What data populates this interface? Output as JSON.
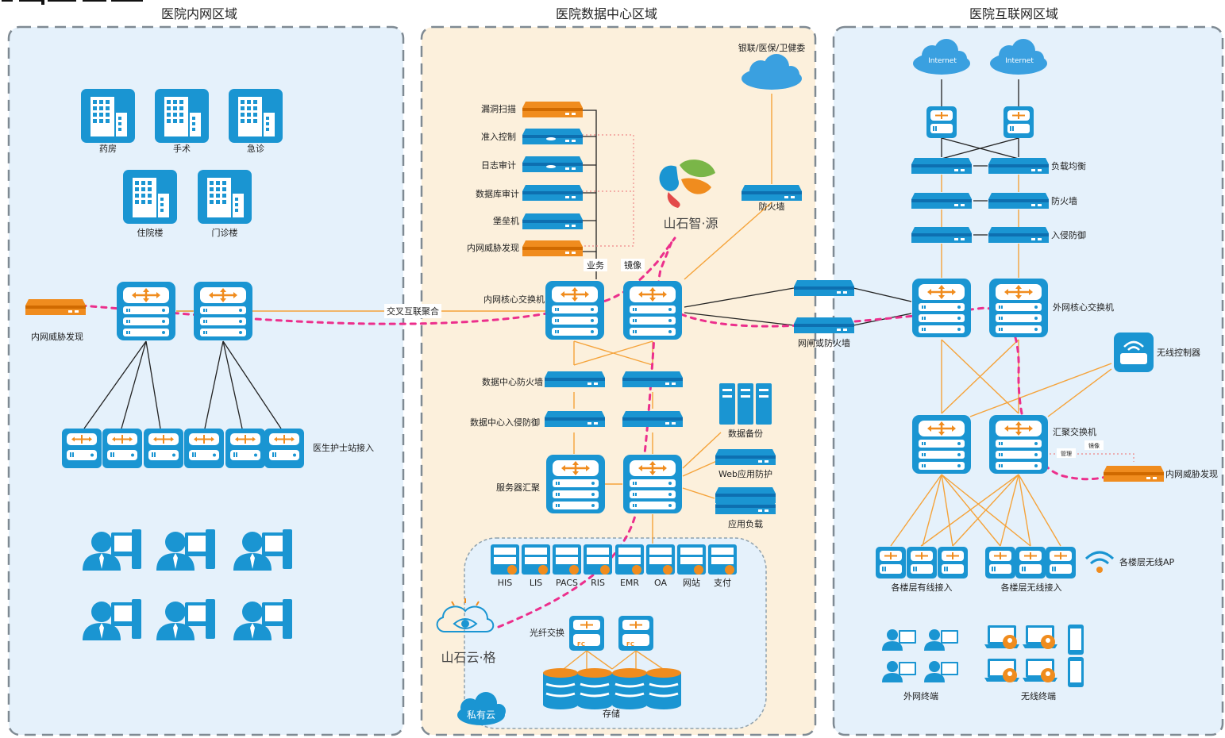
{
  "colors": {
    "blue": "#1a95d2",
    "blue_dark": "#0d6fb0",
    "orange": "#f08c1e",
    "orange_line": "#f5a33a",
    "pink": "#ec2f8c",
    "zone_left": "#e5f1fb",
    "zone_mid": "#fcf0dc",
    "zone_right": "#e5f1fb",
    "border": "#7f8a93",
    "cloud": "#3aa0e0",
    "text": "#222222"
  },
  "zones": {
    "intranet": {
      "title": "医院内网区域"
    },
    "datacenter": {
      "title": "医院数据中心区域"
    },
    "internet": {
      "title": "医院互联网区域"
    }
  },
  "intranet": {
    "buildings": [
      "药房",
      "手术",
      "急诊",
      "住院楼",
      "门诊楼"
    ],
    "threat_label": "内网威胁发现",
    "nurse_label": "医生护士站接入",
    "link_label": "交叉互联聚合"
  },
  "datacenter": {
    "security_devices": [
      "漏洞扫描",
      "准入控制",
      "日志审计",
      "数据库审计",
      "堡垒机",
      "内网威胁发现"
    ],
    "tag_business": "业务",
    "tag_mirror": "镜像",
    "core_switch_label": "内网核心交换机",
    "dc_firewall_label": "数据中心防火墙",
    "dc_ips_label": "数据中心入侵防御",
    "server_agg_label": "服务器汇聚",
    "brand_top": "山石智·源",
    "brand_bottom": "山石云·格",
    "external_label": "银联/医保/卫健委",
    "firewall_label": "防火墙",
    "gateway_label": "网闸或防火墙",
    "backup_label": "数据备份",
    "waf_label": "Web应用防护",
    "lb_label": "应用负载",
    "apps": [
      "HIS",
      "LIS",
      "PACS",
      "RIS",
      "EMR",
      "OA",
      "网站",
      "支付"
    ],
    "fc_label": "光纤交换",
    "fc_badge": "FC",
    "storage_label": "存储",
    "private_cloud_label": "私有云"
  },
  "internet": {
    "cloud_label": "Internet",
    "lb_label": "负载均衡",
    "fw_label": "防火墙",
    "ips_label": "入侵防御",
    "core_label": "外网核心交换机",
    "wlc_label": "无线控制器",
    "agg_label": "汇聚交换机",
    "mirror_tag": "镜像",
    "mgmt_tag": "管理",
    "threat_label": "内网威胁发现",
    "wired_label": "各楼层有线接入",
    "wireless_label": "各楼层无线接入",
    "ap_label": "各楼层无线AP",
    "ext_terminal_label": "外网终端",
    "wireless_terminal_label": "无线终端"
  }
}
